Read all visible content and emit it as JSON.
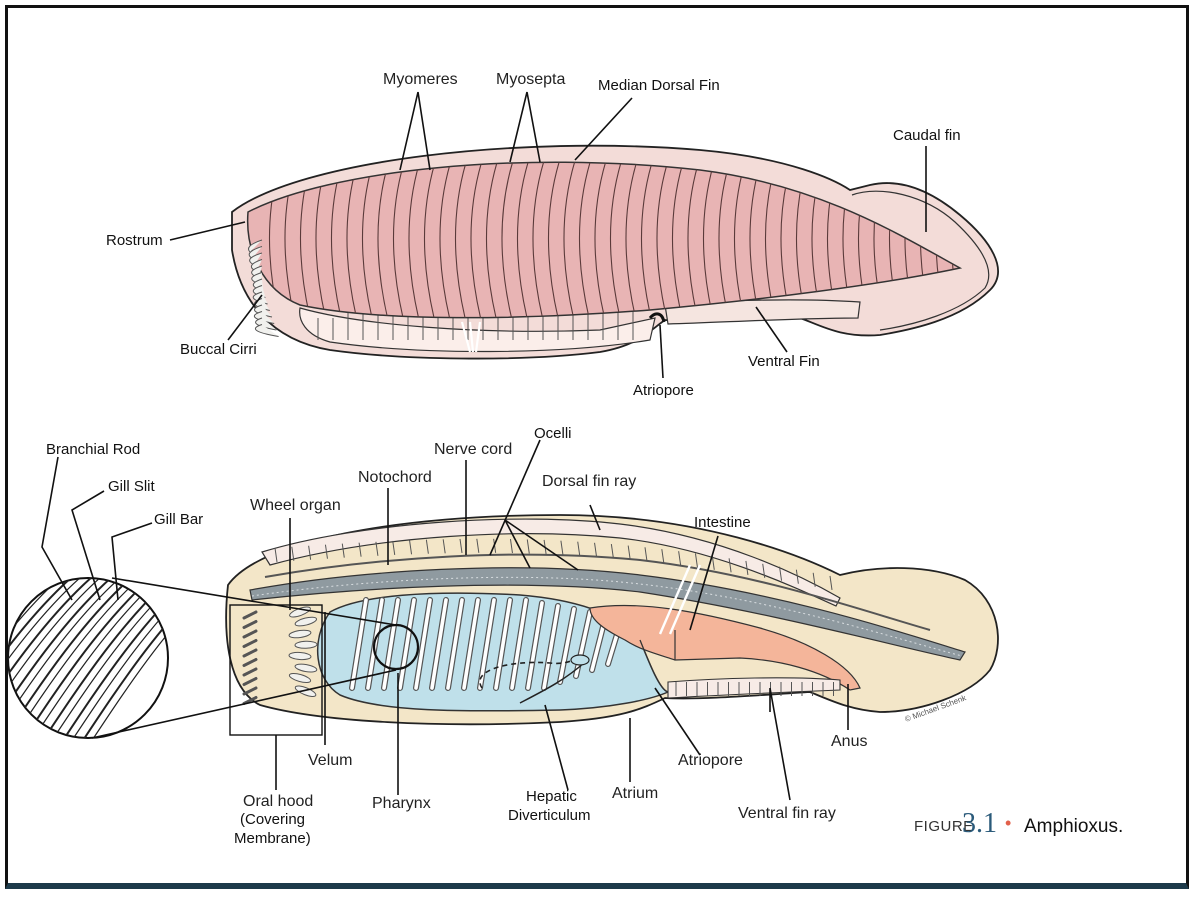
{
  "top_labels": {
    "myomeres": "Myomeres",
    "myosepta": "Myosepta",
    "median_dorsal_fin": "Median Dorsal Fin",
    "caudal_fin": "Caudal fin",
    "rostrum": "Rostrum",
    "buccal_cirri": "Buccal Cirri",
    "ventral_fin": "Ventral Fin",
    "atriopore": "Atriopore"
  },
  "bottom_labels": {
    "branchial_rod": "Branchial Rod",
    "gill_slit": "Gill Slit",
    "gill_bar": "Gill Bar",
    "wheel_organ": "Wheel organ",
    "notochord": "Notochord",
    "nerve_cord": "Nerve cord",
    "ocelli": "Ocelli",
    "dorsal_fin_ray": "Dorsal fin ray",
    "intestine": "Intestine",
    "velum": "Velum",
    "oral_hood": "Oral hood",
    "oral_hood_sub1": "(Covering",
    "oral_hood_sub2": "Membrane)",
    "pharynx": "Pharynx",
    "hepatic": "Hepatic",
    "diverticulum": "Diverticulum",
    "atrium": "Atrium",
    "atriopore": "Atriopore",
    "anus": "Anus",
    "ventral_fin_ray": "Ventral fin ray"
  },
  "caption": {
    "figure_word": "FIGURE",
    "figure_number": "3.1",
    "bullet": "•",
    "title": "Amphioxus."
  },
  "credit": "© Michael Schenk",
  "colors": {
    "muscle": "#e8b4b4",
    "skin": "#f3dcd8",
    "pharynx": "#bfe0ea",
    "intestine": "#f4b59a",
    "body_cream": "#f3e6c8",
    "caption_number": "#2a5a7a",
    "caption_bullet": "#e2604a"
  }
}
